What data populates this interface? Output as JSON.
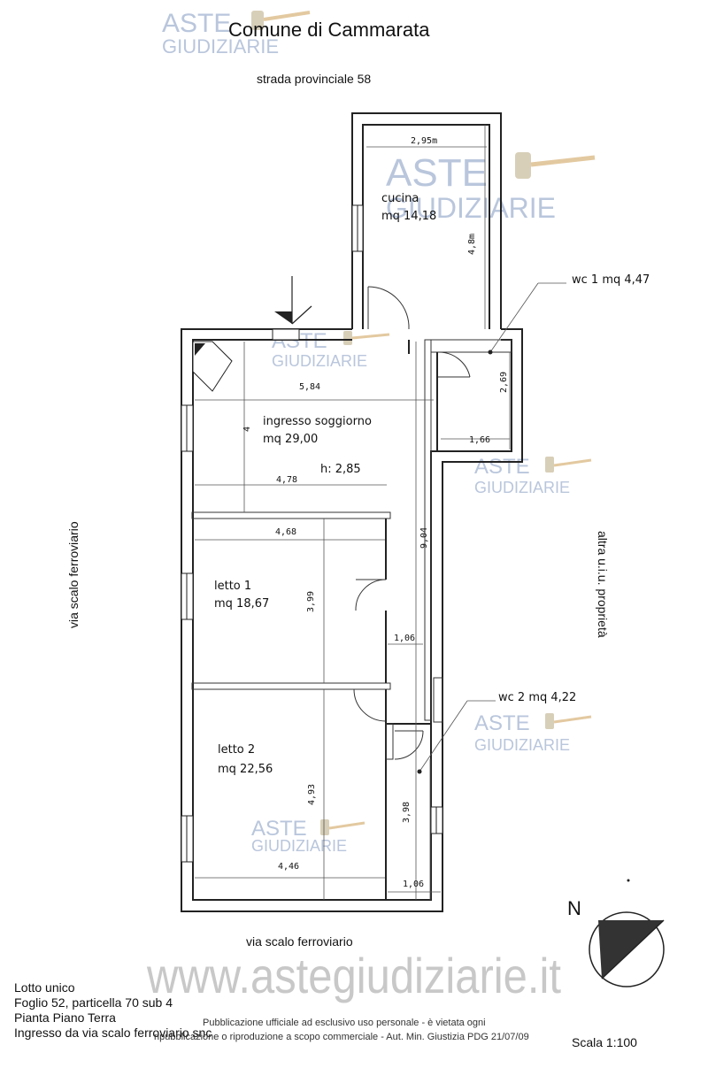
{
  "header": {
    "title": "Comune di Cammarata",
    "street_top": "strada provinciale 58"
  },
  "watermark": {
    "brand_top": "ASTE",
    "brand_bottom": "GIUDIZIARIE",
    "website": "www.astegiudiziarie.it",
    "color": "#b9c6dc"
  },
  "rooms": {
    "cucina_name": "cucina",
    "cucina_area": "mq 14,18",
    "soggiorno_name": "ingresso soggiorno",
    "soggiorno_area": "mq 29,00",
    "height": "h: 2,85",
    "letto1_name": "letto 1",
    "letto1_area": "mq 18,67",
    "letto2_name": "letto 2",
    "letto2_area": "mq 22,56",
    "wc1": "wc 1 mq 4,47",
    "wc2": "wc 2 mq 4,22"
  },
  "dimensions": {
    "d_295": "2,95m",
    "d_48": "4,8m",
    "d_584": "5,84",
    "d_4": "4",
    "d_478": "4,78",
    "d_269": "2,69",
    "d_166": "1,66",
    "d_468": "4,68",
    "d_399": "3,99",
    "d_904": "9,04",
    "d_106a": "1,06",
    "d_493": "4,93",
    "d_446": "4,46",
    "d_398": "3,98",
    "d_106b": "1,06"
  },
  "surroundings": {
    "street_left": "via scalo ferroviario",
    "street_bottom": "via scalo ferroviario",
    "neighbor_right": "altra u.i.u. proprietà"
  },
  "compass": {
    "label": "N"
  },
  "info": {
    "line1": "Lotto unico",
    "line2": "Foglio 52, particella 70 sub 4",
    "line3": "Pianta Piano Terra",
    "line4": "Ingresso da via scalo ferroviario snc"
  },
  "publication": {
    "line1": "Pubblicazione ufficiale ad esclusivo uso personale - è vietata ogni",
    "line2": "ripubblicazione o riproduzione a scopo commerciale - Aut. Min. Giustizia PDG 21/07/09"
  },
  "scale": "Scala 1:100"
}
